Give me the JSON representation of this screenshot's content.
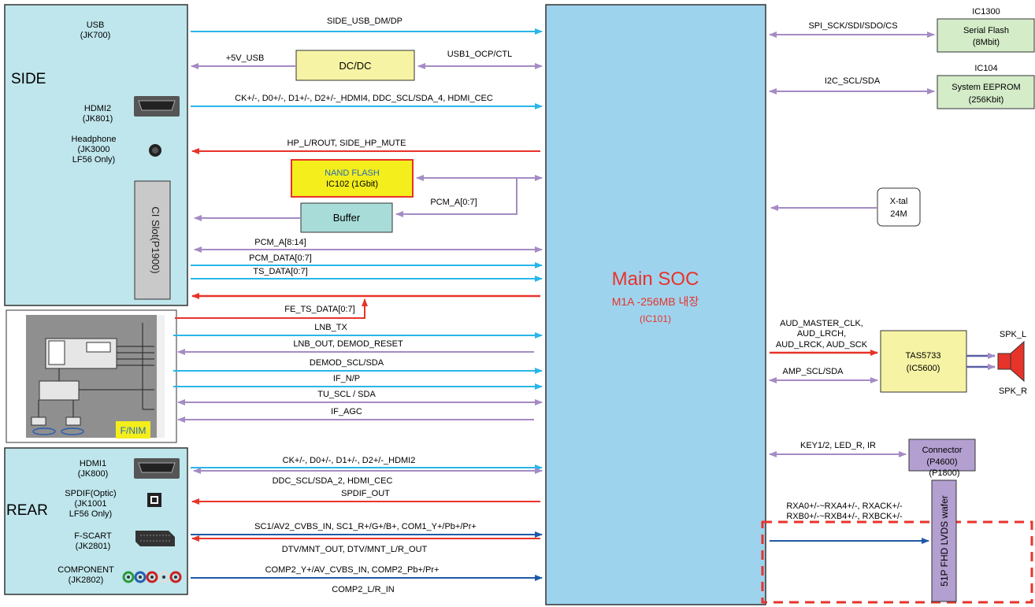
{
  "colors": {
    "cyan": "#29b6ea",
    "red": "#e8332a",
    "purple": "#a58bc4",
    "blue": "#1f5aa8",
    "panel_fill": "#bfe6ec",
    "soc_fill": "#9ed3ee",
    "dcdc_fill": "#f6f3a4",
    "nand_fill": "#f3ee1c",
    "buffer_fill": "#a8dcd9",
    "flash_fill": "#d4ecc8",
    "amp_fill": "#f6f3a4",
    "connector_fill": "#b39fd0",
    "soc_title": "#e8332a"
  },
  "side": {
    "title": "SIDE",
    "usb_name": "USB",
    "usb_ref": "(JK700)",
    "hdmi2_name": "HDMI2",
    "hdmi2_ref": "(JK801)",
    "hp_name": "Headphone",
    "hp_ref": "(JK3000",
    "hp_note": "LF56 Only)",
    "ci_slot": "CI Slot(P1900)"
  },
  "rear": {
    "title": "REAR",
    "hdmi1_name": "HDMI1",
    "hdmi1_ref": "(JK800)",
    "spdif_name": "SPDIF(Optic)",
    "spdif_ref": "(JK1001",
    "spdif_note": "LF56 Only)",
    "scart_name": "F-SCART",
    "scart_ref": "(JK2801)",
    "comp_name": "COMPONENT",
    "comp_ref": "(JK2802)"
  },
  "fnim": {
    "label": "F/NIM"
  },
  "soc": {
    "title": "Main SOC",
    "subtitle": "M1A -256MB 내장",
    "ref": "(IC101)"
  },
  "blocks": {
    "dcdc": "DC/DC",
    "nand_line1": "NAND  FLASH",
    "nand_line2": "IC102 (1Gbit)",
    "buffer": "Buffer",
    "serial_flash_ref": "IC1300",
    "serial_flash_name": "Serial Flash",
    "serial_flash_size": "(8Mbit)",
    "eeprom_ref": "IC104",
    "eeprom_name": "System EEPROM",
    "eeprom_size": "(256Kbit)",
    "xtal_name": "X-tal",
    "xtal_freq": "24M",
    "amp_name": "TAS5733",
    "amp_ref": "(IC5600)",
    "spk_l": "SPK_L",
    "spk_r": "SPK_R",
    "connector_name": "Connector",
    "connector_ref": "(P4600)",
    "lvds_ref": "(P1800)",
    "lvds_name": "51P  FHD LVDS wafer"
  },
  "signals": {
    "usb": "SIDE_USB_DM/DP",
    "plus5v": "+5V_USB",
    "usb_ocp": "USB1_OCP/CTL",
    "hdmi4": "CK+/-, D0+/-, D1+/-, D2+/-_HDMI4, DDC_SCL/SDA_4, HDMI_CEC",
    "hp": "HP_L/ROUT, SIDE_HP_MUTE",
    "pcm_a07": "PCM_A[0:7]",
    "pcm_a814": "PCM_A[8:14]",
    "pcm_data": "PCM_DATA[0:7]",
    "ts_data": "TS_DATA[0:7]",
    "fe_ts": "FE_TS_DATA[0:7]",
    "lnb_tx": "LNB_TX",
    "lnb_out": "LNB_OUT, DEMOD_RESET",
    "demod": "DEMOD_SCL/SDA",
    "if_np": "IF_N/P",
    "tu": "TU_SCL / SDA",
    "if_agc": "IF_AGC",
    "hdmi2": "CK+/-, D0+/-, D1+/-, D2+/-_HDMI2",
    "ddc2": "DDC_SCL/SDA_2, HDMI_CEC",
    "spdif": "SPDIF_OUT",
    "scart_in": "SC1/AV2_CVBS_IN,  SC1_R+/G+/B+, COM1_Y+/Pb+/Pr+",
    "scart_out": "DTV/MNT_OUT, DTV/MNT_L/R_OUT",
    "comp_in": "COMP2_Y+/AV_CVBS_IN, COMP2_Pb+/Pr+",
    "comp_out": "COMP2_L/R_IN",
    "spi": "SPI_SCK/SDI/SDO/CS",
    "i2c": "I2C_SCL/SDA",
    "aud1": "AUD_MASTER_CLK,",
    "aud2": "AUD_LRCH,",
    "aud3": "AUD_LRCK, AUD_SCK",
    "amp_scl": "AMP_SCL/SDA",
    "key": "KEY1/2, LED_R, IR",
    "lvds1": "RXA0+/-~RXA4+/-, RXACK+/-",
    "lvds2": "RXB0+/-~RXB4+/-, RXBCK+/-"
  }
}
